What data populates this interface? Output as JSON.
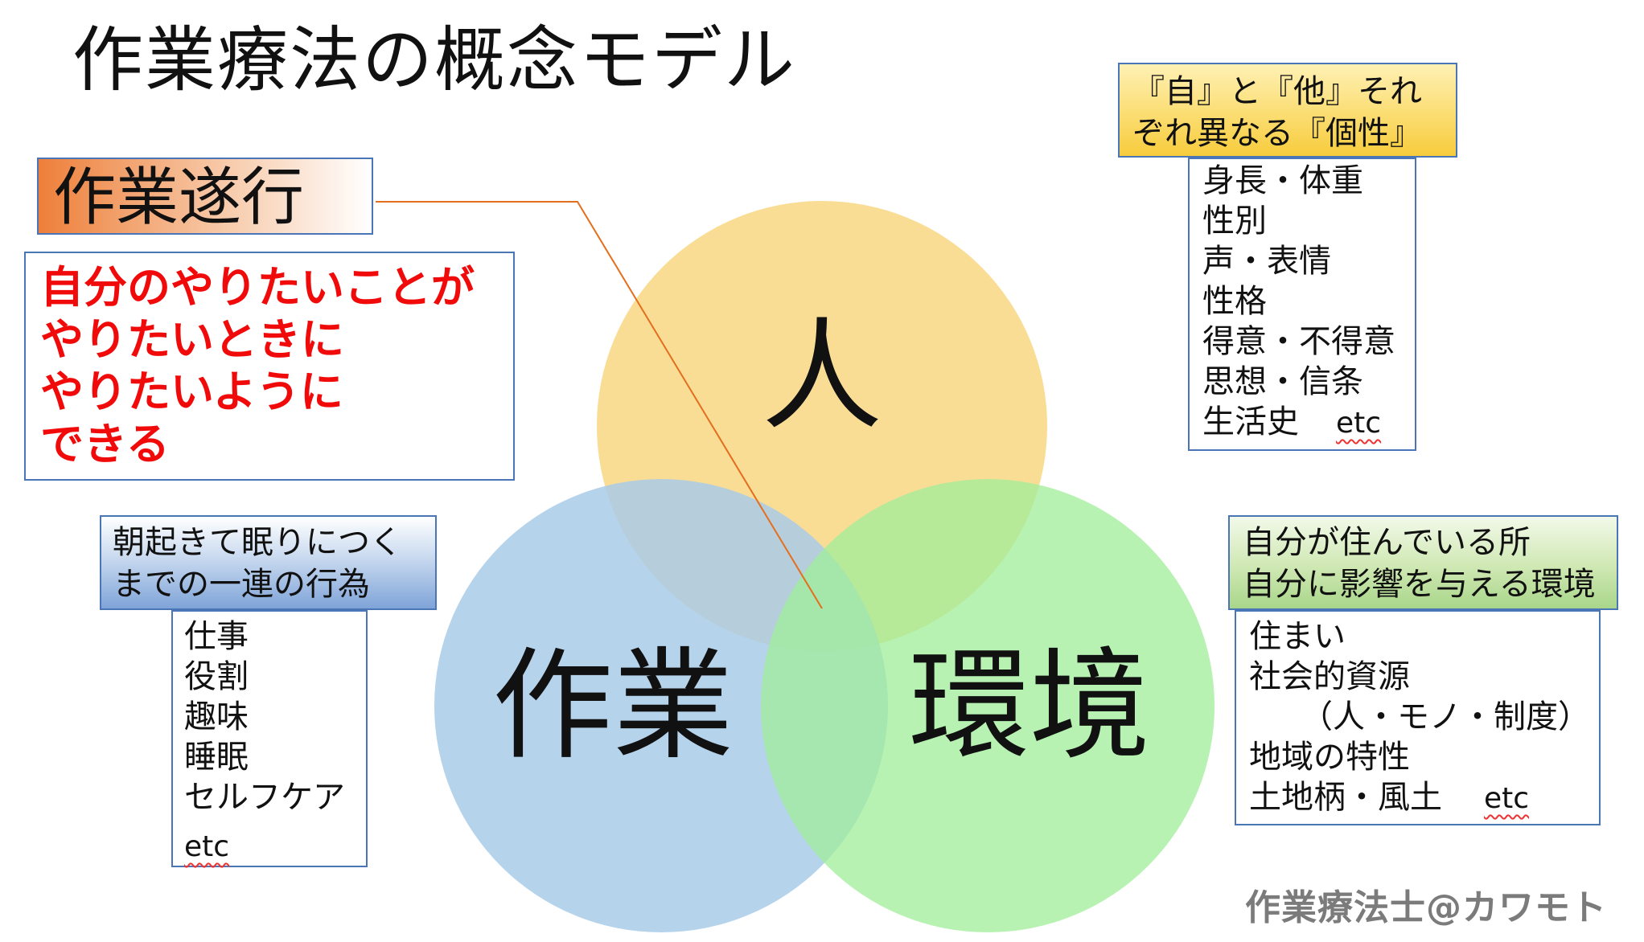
{
  "title": "作業療法の概念モデル",
  "circles": {
    "person": {
      "label": "人",
      "color": "#f9d98a"
    },
    "work": {
      "label": "作業",
      "color": "#a9cbe9"
    },
    "environment": {
      "label": "環境",
      "color": "#9fee99"
    }
  },
  "occupational_performance": {
    "heading": "作業遂行",
    "lines": [
      "自分のやりたいことが",
      "やりたいときに",
      "やりたいように",
      "できる"
    ],
    "text_color": "#f00a0a"
  },
  "person_box": {
    "heading_lines": [
      "『自』と『他』それ",
      "ぞれ異なる『個性』"
    ],
    "items": [
      "身長・体重",
      "性別",
      "声・表情",
      "性格",
      "得意・不得意",
      "思想・信条",
      "生活史"
    ],
    "etc": "etc"
  },
  "work_box": {
    "heading_lines": [
      "朝起きて眠りにつく",
      "までの一連の行為"
    ],
    "items": [
      "仕事",
      "役割",
      "趣味",
      "睡眠",
      "セルフケア"
    ],
    "etc": "etc"
  },
  "environment_box": {
    "heading_lines": [
      "自分が住んでいる所",
      "自分に影響を与える環境"
    ],
    "items": [
      "住まい",
      "社会的資源",
      "（人・モノ・制度）",
      "地域の特性",
      "土地柄・風土"
    ],
    "etc": "etc"
  },
  "watermark": "作業療法士@カワモト",
  "colors": {
    "box_border": "#4a76b8",
    "connector": "#e36f1e"
  }
}
